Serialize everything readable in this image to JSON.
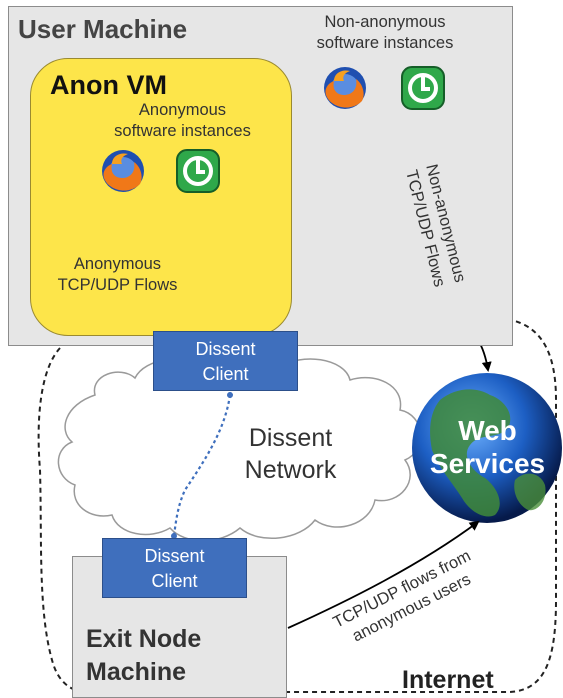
{
  "user_machine": {
    "title": "User Machine"
  },
  "non_anonymous": {
    "label_line1": "Non-anonymous",
    "label_line2": "software instances",
    "flows_line1": "Non-anonymous",
    "flows_line2": "TCP/UDP Flows"
  },
  "anon_vm": {
    "title": "Anon VM",
    "instances_line1": "Anonymous",
    "instances_line2": "software instances",
    "flows_line1": "Anonymous",
    "flows_line2": "TCP/UDP Flows"
  },
  "dissent_client_top": {
    "line1": "Dissent",
    "line2": "Client"
  },
  "dissent_client_bottom": {
    "line1": "Dissent",
    "line2": "Client"
  },
  "dissent_network": {
    "line1": "Dissent",
    "line2": "Network"
  },
  "exit_node": {
    "line1": "Exit Node",
    "line2": "Machine"
  },
  "exit_flows": {
    "line1": "TCP/UDP flows from",
    "line2": "anonymous users"
  },
  "web_services": {
    "line1": "Web",
    "line2": "Services"
  },
  "internet": {
    "label": "Internet"
  },
  "icons": [
    "firefox-icon",
    "bittorrent-icon"
  ],
  "colors": {
    "anon_vm": "#fde54a",
    "machine": "#e6e6e6",
    "dissent_client": "#3f6fbd",
    "dissent_link": "#3f6fbd"
  }
}
